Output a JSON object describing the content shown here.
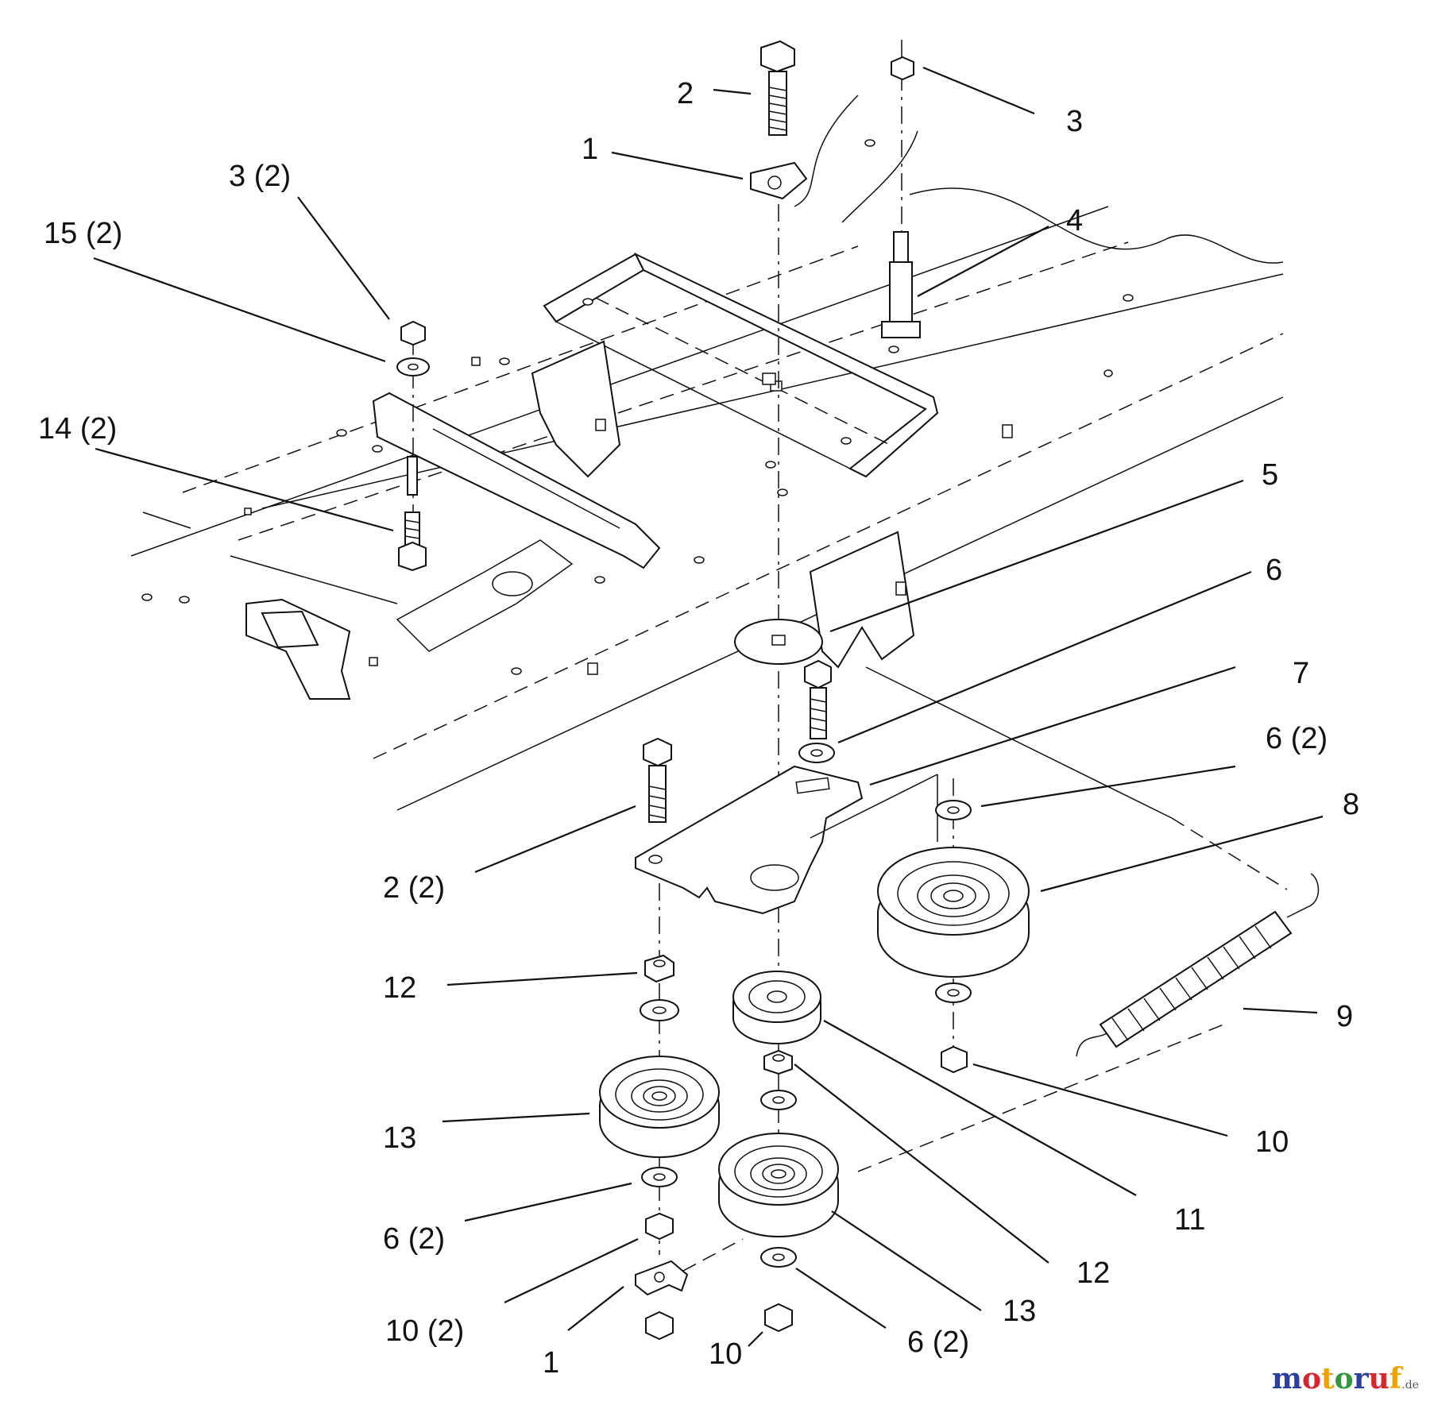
{
  "callouts": [
    {
      "id": "c2-top",
      "text": "2"
    },
    {
      "id": "c3-top",
      "text": "3"
    },
    {
      "id": "c1-top",
      "text": "1"
    },
    {
      "id": "c3x2",
      "text": "3 (2)"
    },
    {
      "id": "c4",
      "text": "4"
    },
    {
      "id": "c15x2",
      "text": "15 (2)"
    },
    {
      "id": "c14x2",
      "text": "14 (2)"
    },
    {
      "id": "c5",
      "text": "5"
    },
    {
      "id": "c6",
      "text": "6"
    },
    {
      "id": "c7",
      "text": "7"
    },
    {
      "id": "c6x2-a",
      "text": "6 (2)"
    },
    {
      "id": "c8",
      "text": "8"
    },
    {
      "id": "c2x2",
      "text": "2 (2)"
    },
    {
      "id": "c12-left",
      "text": "12"
    },
    {
      "id": "c9",
      "text": "9"
    },
    {
      "id": "c10-right",
      "text": "10"
    },
    {
      "id": "c13-left",
      "text": "13"
    },
    {
      "id": "c11",
      "text": "11"
    },
    {
      "id": "c6x2-b",
      "text": "6 (2)"
    },
    {
      "id": "c12-right",
      "text": "12"
    },
    {
      "id": "c10x2",
      "text": "10 (2)"
    },
    {
      "id": "c13-right",
      "text": "13"
    },
    {
      "id": "c1-bottom",
      "text": "1"
    },
    {
      "id": "c10-bottom",
      "text": "10"
    },
    {
      "id": "c6x2-c",
      "text": "6 (2)"
    }
  ],
  "watermark": {
    "text": "motoruf",
    "suffix": ".de",
    "colors": [
      "#2b3f9e",
      "#d8262d",
      "#f0a100",
      "#2f9a3c",
      "#2b3f9e",
      "#d8262d",
      "#f0a100"
    ]
  }
}
